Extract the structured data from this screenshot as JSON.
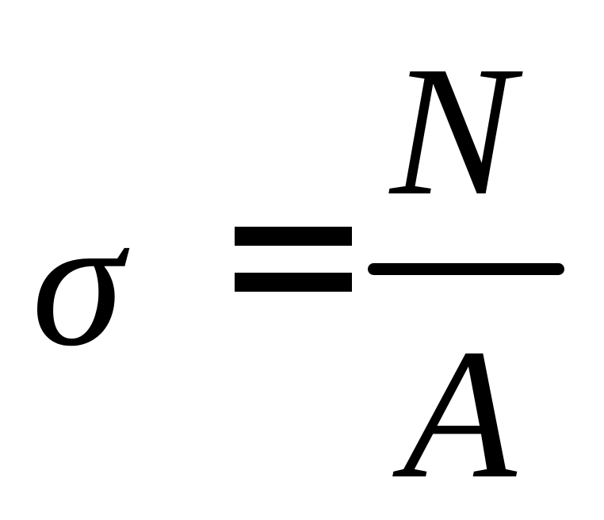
{
  "formula": {
    "lhs": "σ",
    "operator": "=",
    "numerator": "N",
    "denominator": "A"
  }
}
